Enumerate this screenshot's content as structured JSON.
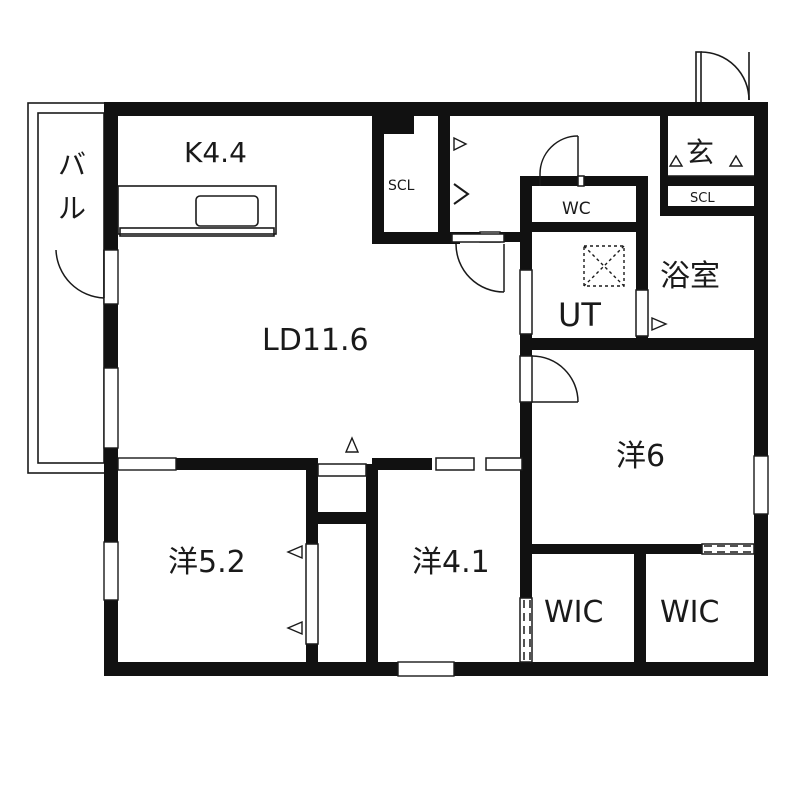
{
  "rooms": {
    "kitchen": "K4.4",
    "living_dining": "LD11.6",
    "scl_main": "SCL",
    "scl_entrance": "SCL",
    "wc": "WC",
    "entrance": "玄",
    "bath": "浴室",
    "ut": "UT",
    "western_6": "洋6",
    "western_5_2": "洋5.2",
    "western_4_1": "洋4.1",
    "wic_left": "WIC",
    "wic_right": "WIC"
  },
  "balcony": {
    "line1": "バ",
    "line2": "ル"
  },
  "colors": {
    "wall": "#111111",
    "line": "#1a1a1a",
    "background": "#ffffff"
  }
}
